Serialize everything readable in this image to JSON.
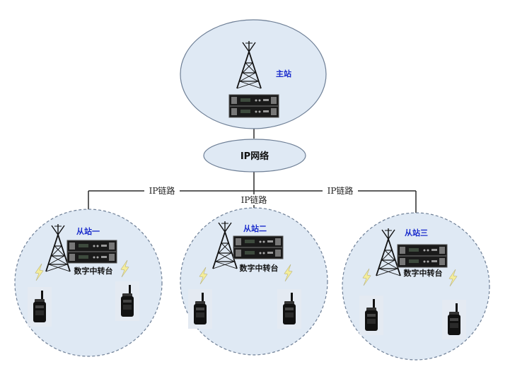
{
  "main_station": {
    "label": "主站"
  },
  "network": {
    "label": "IP网络"
  },
  "links": {
    "left": "IP链路",
    "center": "IP链路",
    "right": "IP链路"
  },
  "sub_stations": [
    {
      "label": "从站一",
      "repeater_label": "数字中转台"
    },
    {
      "label": "从站二",
      "repeater_label": "数字中转台"
    },
    {
      "label": "从站三",
      "repeater_label": "数字中转台"
    }
  ],
  "icons": {
    "tower": "radio-tower-icon",
    "repeater": "repeater-device-icon",
    "radio": "handheld-radio-icon",
    "signal": "lightning-signal-icon"
  },
  "colors": {
    "cell_fill": "#dfe9f4",
    "cell_stroke": "#6e7f96",
    "station_label": "#1a2ccc",
    "line": "#2a2a2a"
  }
}
